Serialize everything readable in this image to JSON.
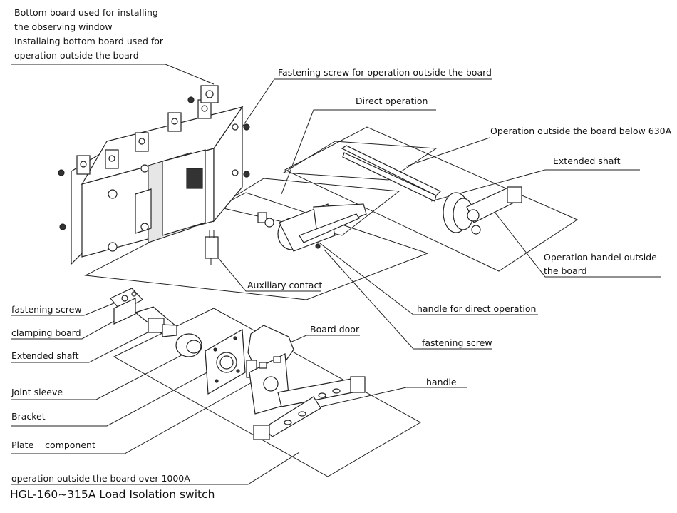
{
  "title": "HGL-160~315A Load Isolation switch",
  "labels": {
    "bottom_board_1": "Bottom board used for installing",
    "bottom_board_2": "the observing window",
    "bottom_board_3": "Installaing bottom board used for",
    "bottom_board_4": "operation outside the board",
    "fastening_screw_outside": "Fastening screw for operation outside the board",
    "direct_operation": "Direct operation",
    "outside_below_630": "Operation outside the board below 630A",
    "extended_shaft_top": "Extended shaft",
    "handel_outside_1": "Operation handel outside",
    "handel_outside_2": "the board",
    "auxiliary_contact": "Auxiliary contact",
    "handle_direct": "handle for direct operation",
    "fastening_screw_mid": "fastening screw",
    "fastening_screw_left": "fastening screw",
    "clamping_board": "clamping board",
    "extended_shaft_left": "Extended shaft",
    "joint_sleeve": "Joint sleeve",
    "bracket": "Bracket",
    "plate_component": "Plate    component",
    "board_door": "Board door",
    "handle": "handle",
    "outside_over_1000": "operation outside the board over 1000A"
  }
}
